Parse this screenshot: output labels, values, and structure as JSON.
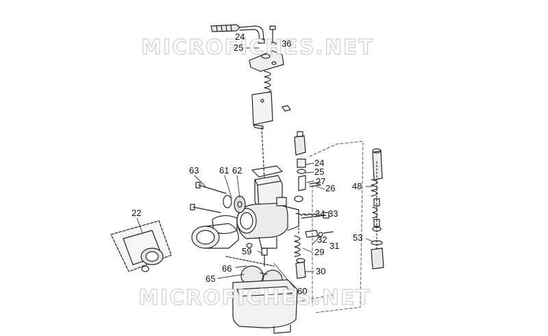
{
  "watermark": {
    "top": "MICROFICHES.NET",
    "bottom": "MICROFICHES.NET"
  },
  "callouts": {
    "c24a": "24",
    "c25a": "25",
    "c36": "36",
    "c63": "63",
    "c61": "61",
    "c62": "62",
    "c24b": "24",
    "c25b": "25",
    "c27": "27",
    "c26": "26",
    "c48": "48",
    "c22": "22",
    "c34": "34",
    "c33": "33",
    "c32": "32",
    "c31": "31",
    "c29": "29",
    "c59": "59",
    "c53": "53",
    "c66": "66",
    "c65": "65",
    "c30": "30",
    "c60": "60"
  }
}
